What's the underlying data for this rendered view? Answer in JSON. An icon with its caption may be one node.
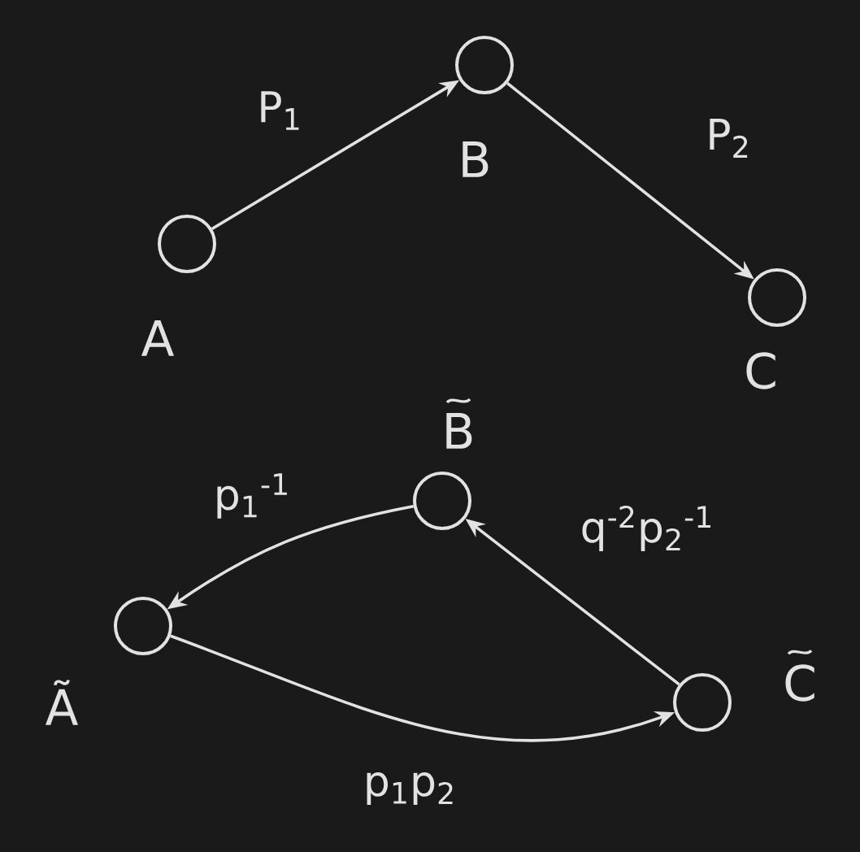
{
  "diagram": {
    "nodes": [
      {
        "text": [],
        "shape": "circle",
        "beside": [
          "A"
        ]
      },
      {
        "text": [],
        "shape": "circle",
        "beside": [
          "B"
        ]
      },
      {
        "text": [],
        "shape": "circle",
        "beside": [
          "C"
        ]
      },
      {
        "text": [],
        "shape": "circle",
        "beside": [
          "Ã"
        ]
      },
      {
        "text": [],
        "shape": "circle",
        "beside": [
          "B"
        ]
      },
      {
        "text": [],
        "shape": "circle",
        "beside": [
          "C"
        ]
      }
    ],
    "edges": [
      {
        "from": 0,
        "to": 1,
        "arrow": "to",
        "label": "P$_{1}$"
      },
      {
        "from": 1,
        "to": 2,
        "arrow": "to",
        "label": "P$_{2}$"
      },
      {
        "from": 4,
        "to": 3,
        "arrow": "to",
        "label": "p$_{1}$$^{-1}$"
      },
      {
        "from": 5,
        "to": 4,
        "arrow": "to",
        "label": "q$^{-2}$p$_{2}$$^{-1}$"
      },
      {
        "from": 3,
        "to": 5,
        "arrow": "to",
        "label": "p$_{1}$p$_{2}$"
      }
    ]
  }
}
